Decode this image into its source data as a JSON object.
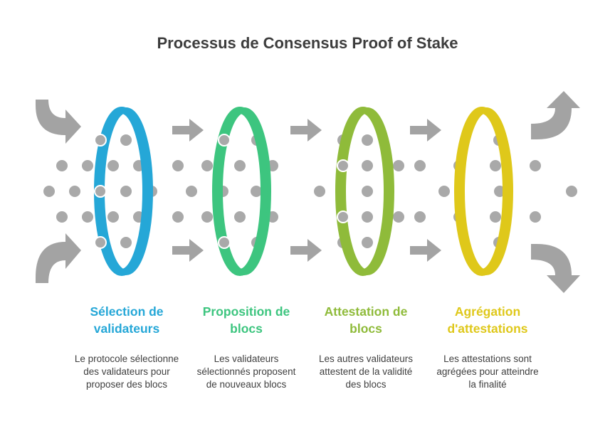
{
  "title": "Processus de Consensus Proof of Stake",
  "colors": {
    "dot": "#a9a9a9",
    "arrow": "#a3a3a3"
  },
  "stages": [
    {
      "title": "Sélection de validateurs",
      "description": "Le protocole sélectionne des validateurs pour proposer des blocs",
      "color": "#25a7d7"
    },
    {
      "title": "Proposition de blocs",
      "description": "Les validateurs sélectionnés proposent de nouveaux blocs",
      "color": "#3dc57f"
    },
    {
      "title": "Attestation de blocs",
      "description": "Les autres validateurs attestent de la validité des blocs",
      "color": "#8fbb3a"
    },
    {
      "title": "Agrégation d'attestations",
      "description": "Les attestations sont agrégées pour atteindre la finalité",
      "color": "#dfc81a"
    }
  ]
}
